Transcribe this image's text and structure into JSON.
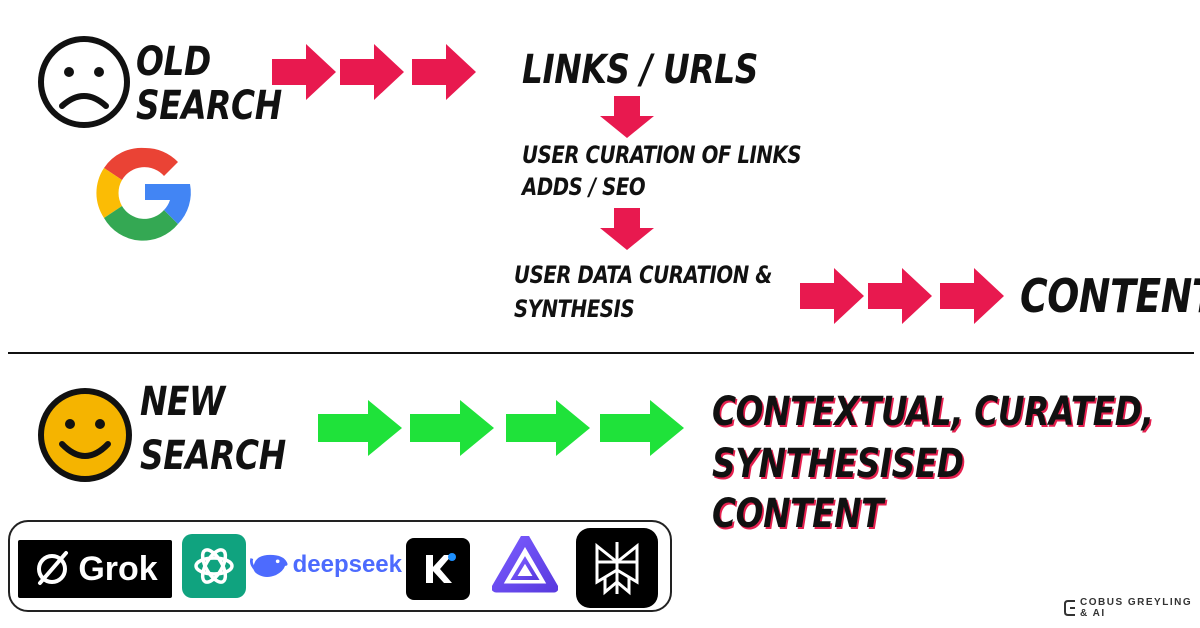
{
  "old_search": {
    "line1": "OLD",
    "line2": "SEARCH",
    "links": "LINKS / URLS",
    "curation_line1": "USER CURATION OF LINKS",
    "curation_line2": "ADDS / SEO",
    "synthesis_line1": "USER DATA CURATION &",
    "synthesis_line2": "SYNTHESIS",
    "result": "CONTENT",
    "arrow_color": "#e8194f",
    "google_logo_letter": "G"
  },
  "new_search": {
    "line1": "NEW",
    "line2": "SEARCH",
    "result_line1": "CONTEXTUAL, CURATED,",
    "result_line2": "SYNTHESISED",
    "result_line3": "CONTENT",
    "arrow_color": "#1fe23a",
    "face_color": "#f5b400"
  },
  "logos": {
    "grok": "Grok",
    "deepseek": "deepseek",
    "icons": [
      "grok-icon",
      "chatgpt-icon",
      "deepseek-whale-icon",
      "kimi-icon",
      "qwen-icon",
      "perplexity-icon"
    ]
  },
  "brand": {
    "line1": "COBUS GREYLING",
    "line2": "& AI"
  }
}
